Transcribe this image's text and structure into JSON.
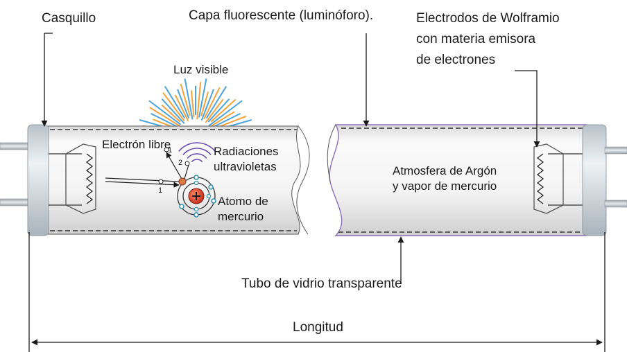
{
  "labels": {
    "casquillo": "Casquillo",
    "capa": "Capa fluorescente (luminóforo).",
    "electrodos_1": "Electrodos de Wolframio",
    "electrodos_2": "con materia emisora",
    "electrodos_3": "de electrones",
    "luz_visible": "Luz visible",
    "electron_libre": "Electrón libre",
    "radiaciones_1": "Radiaciones",
    "radiaciones_2": "ultravioletas",
    "atomo_1": "Atomo de",
    "atomo_2": "mercurio",
    "atmosfera_1": "Atmosfera de Argón",
    "atmosfera_2": "y vapor de mercurio",
    "tubo_vidrio": "Tubo de vidrio transparente",
    "longitud": "Longitud",
    "num_1a": "1",
    "num_1b": "1",
    "num_2": "2"
  },
  "colors": {
    "tube_fill": "#f2f2f2",
    "cap_fill": "#d5dbe0",
    "ray_orange": "#f4a13a",
    "ray_blue": "#4aa3dd",
    "uv_wave": "#6a4bb0",
    "atom_red": "#d9412b",
    "electron_teal": "#2a8fa8",
    "phosphor_edge": "#8a6fb8"
  }
}
